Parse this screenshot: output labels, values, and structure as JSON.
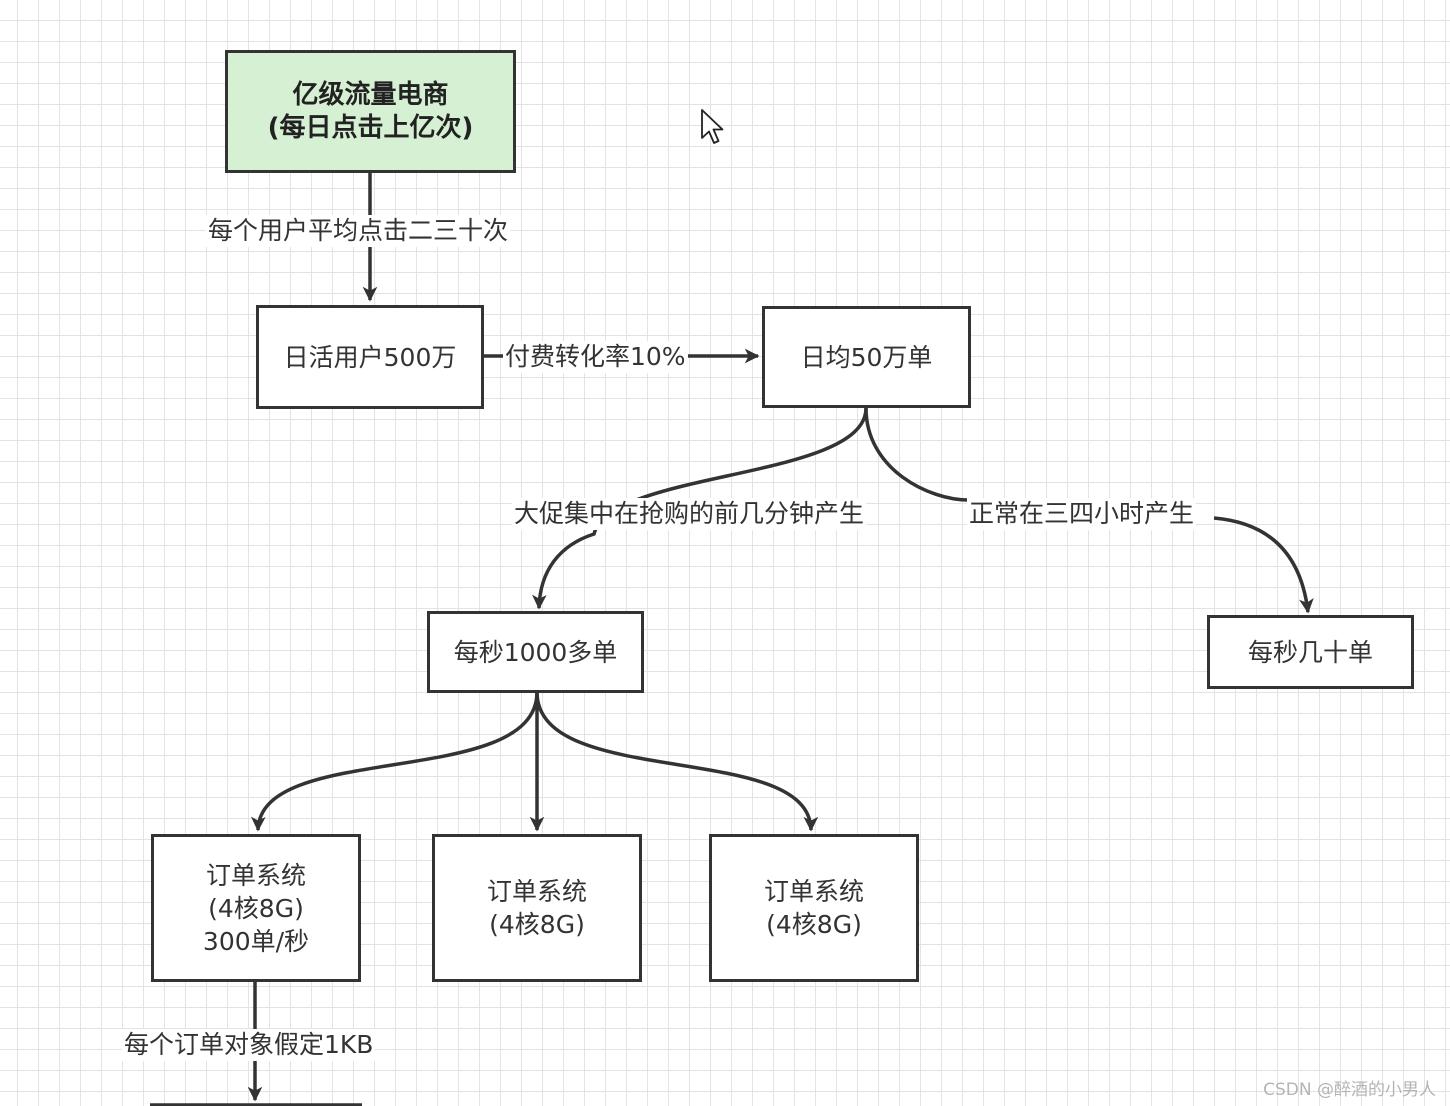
{
  "diagram": {
    "root": {
      "line1": "亿级流量电商",
      "line2": "(每日点击上亿次)"
    },
    "dau": {
      "label": "日活用户500万"
    },
    "daily_orders": {
      "label": "日均50万单"
    },
    "peak": {
      "label": "每秒1000多单"
    },
    "normal": {
      "label": "每秒几十单"
    },
    "order_systems": [
      {
        "line1": "订单系统",
        "line2": "(4核8G)",
        "line3": "300单/秒"
      },
      {
        "line1": "订单系统",
        "line2": "(4核8G)"
      },
      {
        "line1": "订单系统",
        "line2": "(4核8G)"
      }
    ],
    "edge_labels": {
      "clicks": "每个用户平均点击二三十次",
      "conversion": "付费转化率10%",
      "promo": "大促集中在抢购的前几分钟产生",
      "normal": "正常在三四小时产生",
      "object_size": "每个订单对象假定1KB"
    },
    "colors": {
      "root_fill": "#d5f0d3",
      "stroke": "#333333",
      "grid": "#e3e3e3"
    }
  },
  "cursor": {
    "icon": "mouse-pointer-icon"
  },
  "watermark": {
    "text": "CSDN @醉酒的小男人"
  }
}
